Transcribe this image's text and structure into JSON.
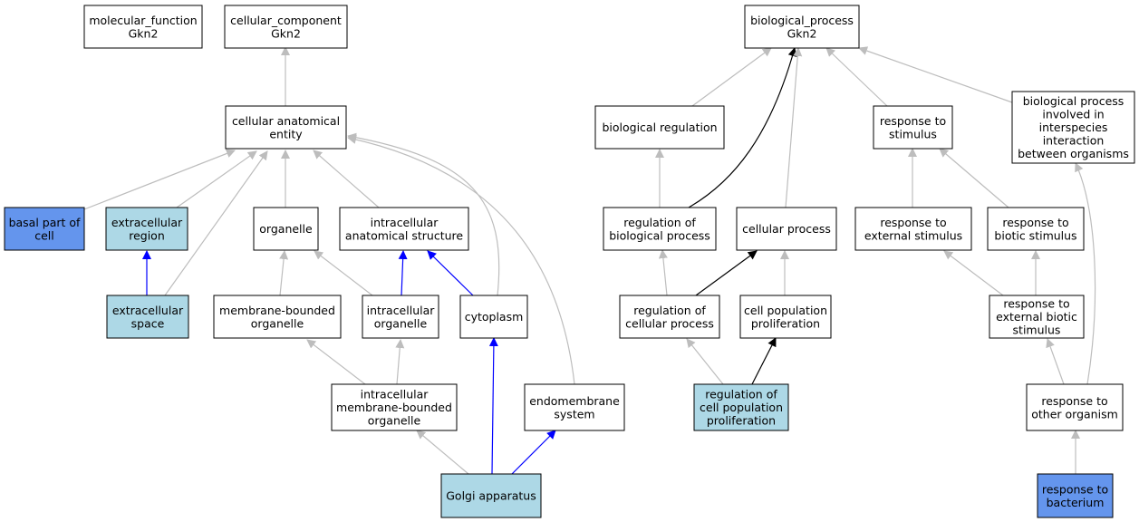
{
  "colors": {
    "default_fill": "#ffffff",
    "light_fill": "#add8e6",
    "highlight_fill": "#6495ed",
    "edge_gray": "#bdbdbd",
    "edge_black": "#000000",
    "edge_blue": "#0000ff"
  },
  "nodes": [
    {
      "id": "mf",
      "lines": [
        "molecular_function",
        "Gkn2"
      ],
      "fill": "default"
    },
    {
      "id": "cc",
      "lines": [
        "cellular_component",
        "Gkn2"
      ],
      "fill": "default"
    },
    {
      "id": "bp",
      "lines": [
        "biological_process",
        "Gkn2"
      ],
      "fill": "default"
    },
    {
      "id": "cae",
      "lines": [
        "cellular anatomical",
        "entity"
      ],
      "fill": "default"
    },
    {
      "id": "breg",
      "lines": [
        "biological regulation"
      ],
      "fill": "default"
    },
    {
      "id": "rts",
      "lines": [
        "response to",
        "stimulus"
      ],
      "fill": "default"
    },
    {
      "id": "bpii",
      "lines": [
        "biological process",
        "involved in",
        "interspecies",
        "interaction",
        "between organisms"
      ],
      "fill": "default"
    },
    {
      "id": "bpoc",
      "lines": [
        "basal part of",
        "cell"
      ],
      "fill": "highlight"
    },
    {
      "id": "exr",
      "lines": [
        "extracellular",
        "region"
      ],
      "fill": "light"
    },
    {
      "id": "org",
      "lines": [
        "organelle"
      ],
      "fill": "default"
    },
    {
      "id": "ias",
      "lines": [
        "intracellular",
        "anatomical structure"
      ],
      "fill": "default"
    },
    {
      "id": "rbp",
      "lines": [
        "regulation of",
        "biological process"
      ],
      "fill": "default"
    },
    {
      "id": "cp",
      "lines": [
        "cellular process"
      ],
      "fill": "default"
    },
    {
      "id": "res",
      "lines": [
        "response to",
        "external stimulus"
      ],
      "fill": "default"
    },
    {
      "id": "rbs",
      "lines": [
        "response to",
        "biotic stimulus"
      ],
      "fill": "default"
    },
    {
      "id": "exs",
      "lines": [
        "extracellular",
        "space"
      ],
      "fill": "light"
    },
    {
      "id": "mbo",
      "lines": [
        "membrane-bounded",
        "organelle"
      ],
      "fill": "default"
    },
    {
      "id": "io",
      "lines": [
        "intracellular",
        "organelle"
      ],
      "fill": "default"
    },
    {
      "id": "cyt",
      "lines": [
        "cytoplasm"
      ],
      "fill": "default"
    },
    {
      "id": "rcp",
      "lines": [
        "regulation of",
        "cellular process"
      ],
      "fill": "default"
    },
    {
      "id": "cpp",
      "lines": [
        "cell population",
        "proliferation"
      ],
      "fill": "default"
    },
    {
      "id": "rebs",
      "lines": [
        "response to",
        "external biotic",
        "stimulus"
      ],
      "fill": "default"
    },
    {
      "id": "imbo",
      "lines": [
        "intracellular",
        "membrane-bounded",
        "organelle"
      ],
      "fill": "default"
    },
    {
      "id": "ems",
      "lines": [
        "endomembrane",
        "system"
      ],
      "fill": "default"
    },
    {
      "id": "rcpp",
      "lines": [
        "regulation of",
        "cell population",
        "proliferation"
      ],
      "fill": "light"
    },
    {
      "id": "rto",
      "lines": [
        "response to",
        "other organism"
      ],
      "fill": "default"
    },
    {
      "id": "ga",
      "lines": [
        "Golgi apparatus"
      ],
      "fill": "light"
    },
    {
      "id": "rtb",
      "lines": [
        "response to",
        "bacterium"
      ],
      "fill": "highlight"
    }
  ],
  "edges": [
    {
      "from": "cae",
      "to": "cc",
      "color": "gray"
    },
    {
      "from": "bpoc",
      "to": "cae",
      "color": "gray"
    },
    {
      "from": "exr",
      "to": "cae",
      "color": "gray"
    },
    {
      "from": "exs",
      "to": "cae",
      "color": "gray"
    },
    {
      "from": "org",
      "to": "cae",
      "color": "gray"
    },
    {
      "from": "ias",
      "to": "cae",
      "color": "gray"
    },
    {
      "from": "cyt",
      "to": "cae",
      "color": "gray"
    },
    {
      "from": "ems",
      "to": "cae",
      "color": "gray"
    },
    {
      "from": "exs",
      "to": "exr",
      "color": "blue"
    },
    {
      "from": "mbo",
      "to": "org",
      "color": "gray"
    },
    {
      "from": "io",
      "to": "org",
      "color": "gray"
    },
    {
      "from": "io",
      "to": "ias",
      "color": "blue"
    },
    {
      "from": "cyt",
      "to": "ias",
      "color": "blue"
    },
    {
      "from": "imbo",
      "to": "mbo",
      "color": "gray"
    },
    {
      "from": "imbo",
      "to": "io",
      "color": "gray"
    },
    {
      "from": "ga",
      "to": "imbo",
      "color": "gray"
    },
    {
      "from": "ga",
      "to": "cyt",
      "color": "blue"
    },
    {
      "from": "ga",
      "to": "ems",
      "color": "blue"
    },
    {
      "from": "breg",
      "to": "bp",
      "color": "gray"
    },
    {
      "from": "rbp",
      "to": "bp",
      "color": "black"
    },
    {
      "from": "cp",
      "to": "bp",
      "color": "gray"
    },
    {
      "from": "rts",
      "to": "bp",
      "color": "gray"
    },
    {
      "from": "bpii",
      "to": "bp",
      "color": "gray"
    },
    {
      "from": "rbp",
      "to": "breg",
      "color": "gray"
    },
    {
      "from": "rcp",
      "to": "rbp",
      "color": "gray"
    },
    {
      "from": "rcp",
      "to": "cp",
      "color": "black"
    },
    {
      "from": "cpp",
      "to": "cp",
      "color": "gray"
    },
    {
      "from": "rcpp",
      "to": "rcp",
      "color": "gray"
    },
    {
      "from": "rcpp",
      "to": "cpp",
      "color": "black"
    },
    {
      "from": "res",
      "to": "rts",
      "color": "gray"
    },
    {
      "from": "rbs",
      "to": "rts",
      "color": "gray"
    },
    {
      "from": "rebs",
      "to": "res",
      "color": "gray"
    },
    {
      "from": "rebs",
      "to": "rbs",
      "color": "gray"
    },
    {
      "from": "rto",
      "to": "rebs",
      "color": "gray"
    },
    {
      "from": "rto",
      "to": "bpii",
      "color": "gray"
    },
    {
      "from": "rtb",
      "to": "rto",
      "color": "gray"
    }
  ]
}
